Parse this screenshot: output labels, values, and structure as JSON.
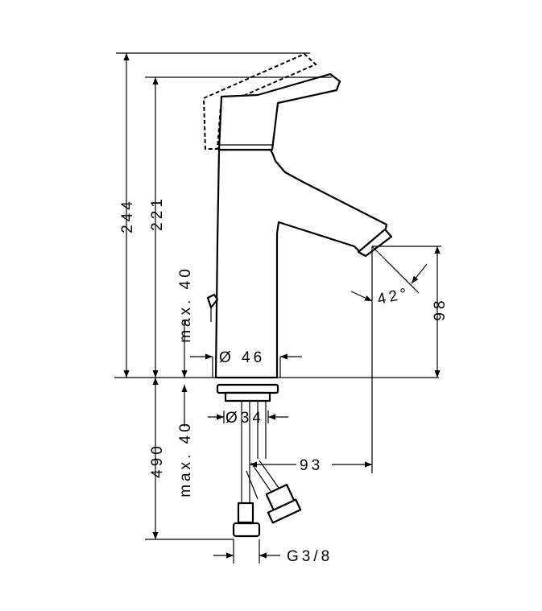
{
  "dimensions": {
    "total_height": "244",
    "spout_height": "221",
    "pop_up_max": "max. 40",
    "base_diameter": "Ø 46",
    "spout_clearance": "98",
    "spray_angle": "42°",
    "shank_diameter": "Ø34",
    "below_max": "max. 40",
    "hose_length": "490",
    "reach": "93",
    "connection": "G3/8"
  },
  "colors": {
    "line": "#000000",
    "background": "#ffffff"
  }
}
